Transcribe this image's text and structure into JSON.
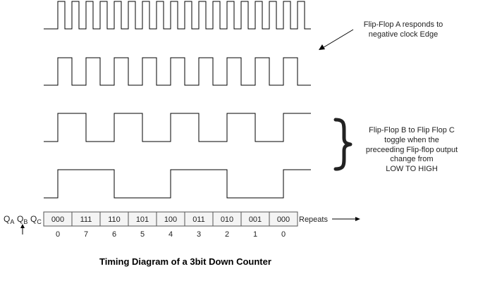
{
  "signals": [
    {
      "key": "clock",
      "toggle_every": 1
    },
    {
      "key": "qa",
      "toggle_every": 2
    },
    {
      "key": "qb",
      "toggle_every": 4
    },
    {
      "key": "qc",
      "toggle_every": 8
    }
  ],
  "labels": {
    "q_a": {
      "main": "Q",
      "sub": "A"
    },
    "q_b": {
      "main": "Q",
      "sub": "B"
    },
    "q_c": {
      "main": "Q",
      "sub": "C"
    }
  },
  "states": [
    {
      "bits": "000",
      "decimal": "0"
    },
    {
      "bits": "111",
      "decimal": "7"
    },
    {
      "bits": "110",
      "decimal": "6"
    },
    {
      "bits": "101",
      "decimal": "5"
    },
    {
      "bits": "100",
      "decimal": "4"
    },
    {
      "bits": "011",
      "decimal": "3"
    },
    {
      "bits": "010",
      "decimal": "2"
    },
    {
      "bits": "001",
      "decimal": "1"
    },
    {
      "bits": "000",
      "decimal": "0"
    }
  ],
  "repeats_label": "Repeats",
  "annotation_a": {
    "lines": [
      "Flip-Flop A responds to",
      "negative clock Edge"
    ]
  },
  "annotation_b": {
    "lines": [
      "Flip-Flop B to Flip Flop C",
      "toggle when the",
      "preceeding Flip-flop output",
      "change from",
      "LOW TO HIGH"
    ]
  },
  "title": "Timing Diagram of a 3bit Down Counter"
}
